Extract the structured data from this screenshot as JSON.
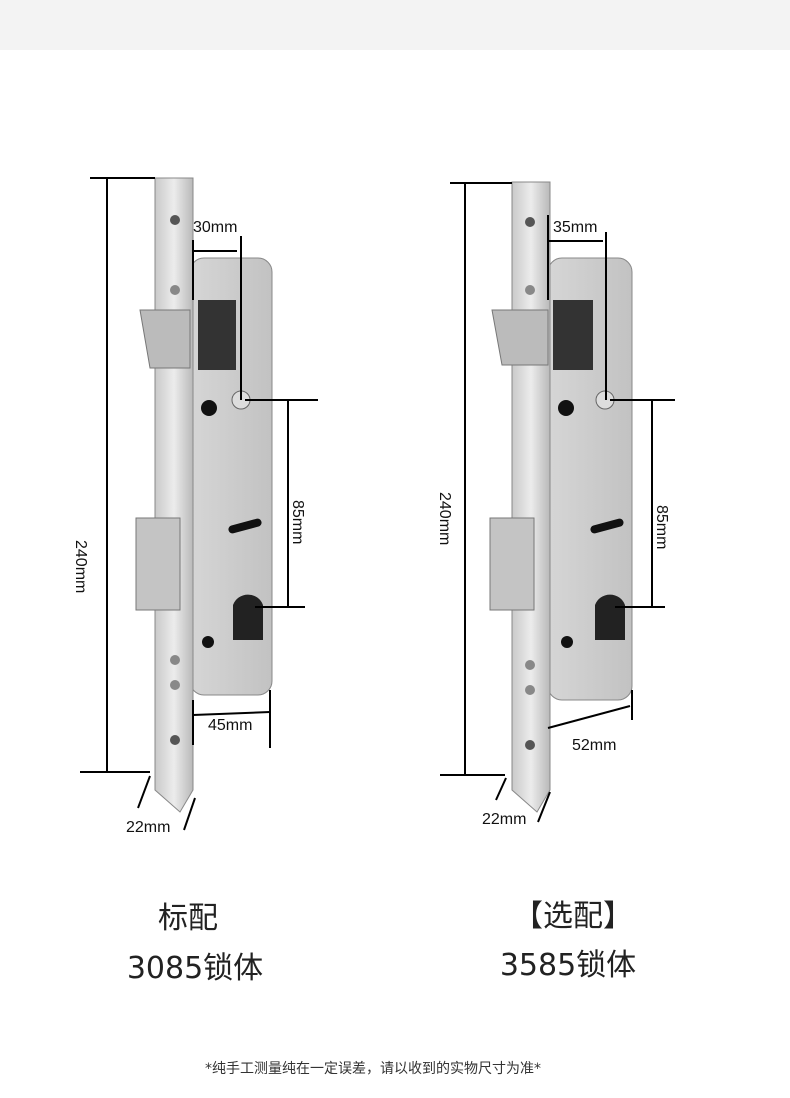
{
  "left": {
    "dimensions": {
      "height": "240mm",
      "backset": "30mm",
      "center": "85mm",
      "case_width": "45mm",
      "faceplate": "22mm"
    },
    "caption_top": "标配",
    "caption_bottom": "3085锁体"
  },
  "right": {
    "dimensions": {
      "height": "240mm",
      "backset": "35mm",
      "center": "85mm",
      "case_width": "52mm",
      "faceplate": "22mm"
    },
    "caption_top": "【选配】",
    "caption_bottom": "3585锁体"
  },
  "footnote": "*纯手工测量纯在一定误差，请以收到的实物尺寸为准*"
}
